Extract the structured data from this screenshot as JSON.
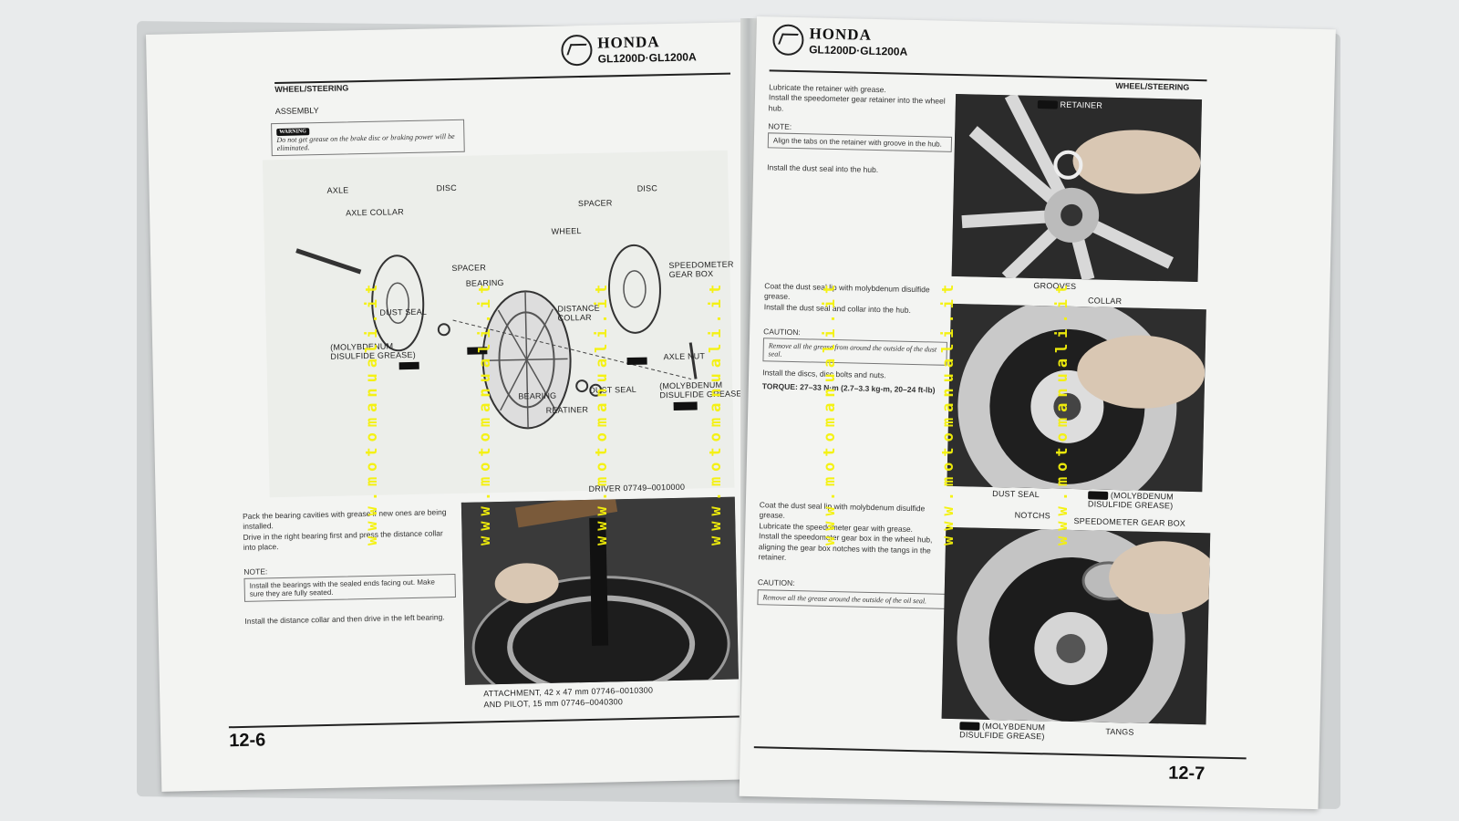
{
  "left_page": {
    "brand": "HONDA",
    "model": "GL1200D·GL1200A",
    "section": "WHEEL/STEERING",
    "subsection": "ASSEMBLY",
    "warning_tag": "WARNING",
    "warning_text": "Do not get grease on the brake disc or braking power will be eliminated.",
    "diagram_labels": {
      "axle": "AXLE",
      "axle_collar": "AXLE COLLAR",
      "disc_left": "DISC",
      "spacer_left": "SPACER",
      "bearing_upper": "BEARING",
      "dust_seal_left": "DUST SEAL",
      "moly_left": "(MOLYBDENUM\nDISULFIDE GREASE)",
      "wheel": "WHEEL",
      "spacer_mid": "SPACER",
      "disc_right": "DISC",
      "speedo_gear_box": "SPEEDOMETER\nGEAR BOX",
      "distance_collar": "DISTANCE\nCOLLAR",
      "axle_nut": "AXLE NUT",
      "bearing_lower": "BEARING",
      "retainer": "REATINER",
      "dust_seal_right": "DUST SEAL",
      "moly_right": "(MOLYBDENUM\nDISULFIDE GREASE)",
      "grease_tag": "GREASE"
    },
    "para1": "Pack the bearing cavities with grease if new ones are being installed.\nDrive in the right bearing first and press the distance collar into place.",
    "note_label": "NOTE:",
    "note_text": "Install the bearings with the sealed ends facing out. Make sure they are fully seated.",
    "para2": "Install the distance collar and then drive in the left bearing.",
    "driver_label": "DRIVER 07749–0010000",
    "attachment_label": "ATTACHMENT, 42 x 47 mm 07746–0010300\nAND PILOT, 15 mm 07746–0040300",
    "page_number": "12-6"
  },
  "right_page": {
    "brand": "HONDA",
    "model": "GL1200D·GL1200A",
    "section": "WHEEL/STEERING",
    "step1": "Lubricate the retainer with grease.\nInstall the speedometer gear retainer into the wheel hub.",
    "note1_label": "NOTE:",
    "note1_text": "Align the tabs on the retainer with groove in the hub.",
    "step1b": "Install the dust seal into the hub.",
    "step2": "Coat the dust seal lip with molybdenum disulfide grease.\nInstall the dust seal and collar into the hub.",
    "caution1_label": "CAUTION:",
    "caution1_text": "Remove all the grease from around the outside of the dust seal.",
    "step2b": "Install the discs, disc bolts and nuts.",
    "torque": "TORQUE: 27–33 N·m (2.7–3.3 kg-m, 20–24 ft-lb)",
    "step3": "Coat the dust seal lip with molybdenum disulfide grease.\nLubricate the speedometer gear with grease.\nInstall the speedometer gear box in the wheel hub, aligning the gear box notches with the tangs in the retainer.",
    "caution2_label": "CAUTION:",
    "caution2_text": "Remove all the grease around the outside of the oil seal.",
    "photo1_labels": {
      "retainer": "RETAINER",
      "grooves": "GROOVES"
    },
    "photo2_labels": {
      "collar": "COLLAR",
      "dust_seal": "DUST SEAL",
      "moly": "(MOLYBDENUM\nDISULFIDE GREASE)"
    },
    "photo3_labels": {
      "notchs": "NOTCHS",
      "speedo_gear_box": "SPEEDOMETER GEAR BOX",
      "moly": "(MOLYBDENUM\nDISULFIDE GREASE)",
      "tangs": "TANGS"
    },
    "page_number": "12-7"
  },
  "watermark": "www.motomanuali.it",
  "colors": {
    "watermark": "#f5f20a",
    "page": "#f3f4f2",
    "ink": "#222222"
  }
}
